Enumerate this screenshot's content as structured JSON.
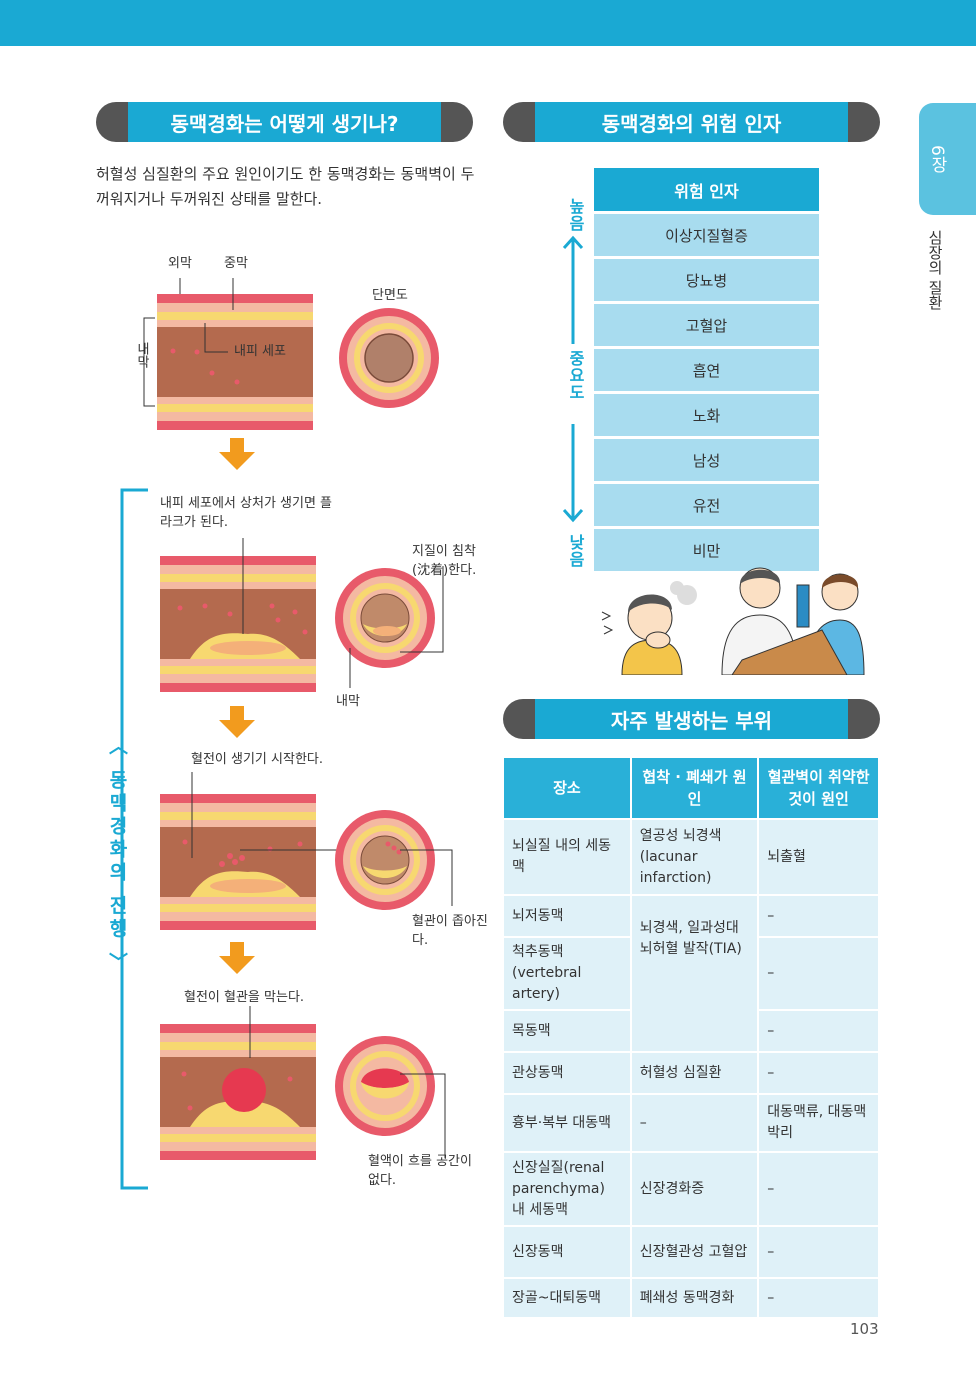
{
  "page": {
    "chapter_number": "6장",
    "chapter_title": "심장의 질환",
    "page_number": "103"
  },
  "left": {
    "heading": "동맥경화는 어떻게 생기나?",
    "intro": "허혈성 심질환의 주요 원인이기도 한 동맥경화는 동맥벽이 두꺼워지거나 두꺼워진 상태를 말한다.",
    "labels": {
      "outer": "외막",
      "middle": "중막",
      "inner_wall": "내막",
      "endothelial": "내피 세포",
      "cross_section": "단면도"
    },
    "progress_label": "〈 동맥경화의 진행 〉",
    "steps": [
      {
        "text": "내피 세포에서 상처가 생기면 플라크가 된다.",
        "side": "지질이 침착(沈着)한다.",
        "extra": "내막"
      },
      {
        "text": "혈전이 생기기 시작한다.",
        "side": "혈관이 좁아진다."
      },
      {
        "text": "혈전이 혈관을 막는다.",
        "side": "혈액이 흐를 공간이 없다."
      }
    ]
  },
  "risk": {
    "heading": "동맥경화의 위험 인자",
    "table_header": "위험 인자",
    "factors": [
      "이상지질혈증",
      "당뇨병",
      "고혈압",
      "흡연",
      "노화",
      "남성",
      "유전",
      "비만"
    ],
    "scale": {
      "high": "높음",
      "mid": "중요도",
      "low": "낮음"
    }
  },
  "sites": {
    "heading": "자주 발생하는 부위",
    "columns": [
      "장소",
      "협착 · 폐쇄가 원인",
      "혈관벽이 취약한 것이 원인"
    ],
    "rows": [
      {
        "place": "뇌실질 내의 세동맥",
        "stenosis": "열공성 뇌경색 (lacunar infarction)",
        "fragile": "뇌출혈"
      },
      {
        "place": "뇌저동맥",
        "stenosis": "뇌경색, 일과성대뇌허혈 발작(TIA)",
        "fragile": "–"
      },
      {
        "place": "척추동맥 (vertebral artery)",
        "fragile": "–"
      },
      {
        "place": "목동맥",
        "fragile": "–"
      },
      {
        "place": "관상동맥",
        "stenosis": "허혈성 심질환",
        "fragile": "–"
      },
      {
        "place": "흉부·복부 대동맥",
        "stenosis": "–",
        "fragile": "대동맥류, 대동맥 박리"
      },
      {
        "place": "신장실질(renal parenchyma) 내 세동맥",
        "stenosis": "신장경화증",
        "fragile": "–"
      },
      {
        "place": "신장동맥",
        "stenosis": "신장혈관성 고혈압",
        "fragile": "–"
      },
      {
        "place": "장골~대퇴동맥",
        "stenosis": "폐쇄성 동맥경화",
        "fragile": "–"
      }
    ]
  },
  "colors": {
    "accent": "#1aa9d3",
    "header_dark": "#555555",
    "risk_cell": "#a8dcef",
    "table_cell": "#dff1f8",
    "arrow": "#f29b1e",
    "plaque": "#f5c26a",
    "vessel_red": "#e85a6a"
  }
}
